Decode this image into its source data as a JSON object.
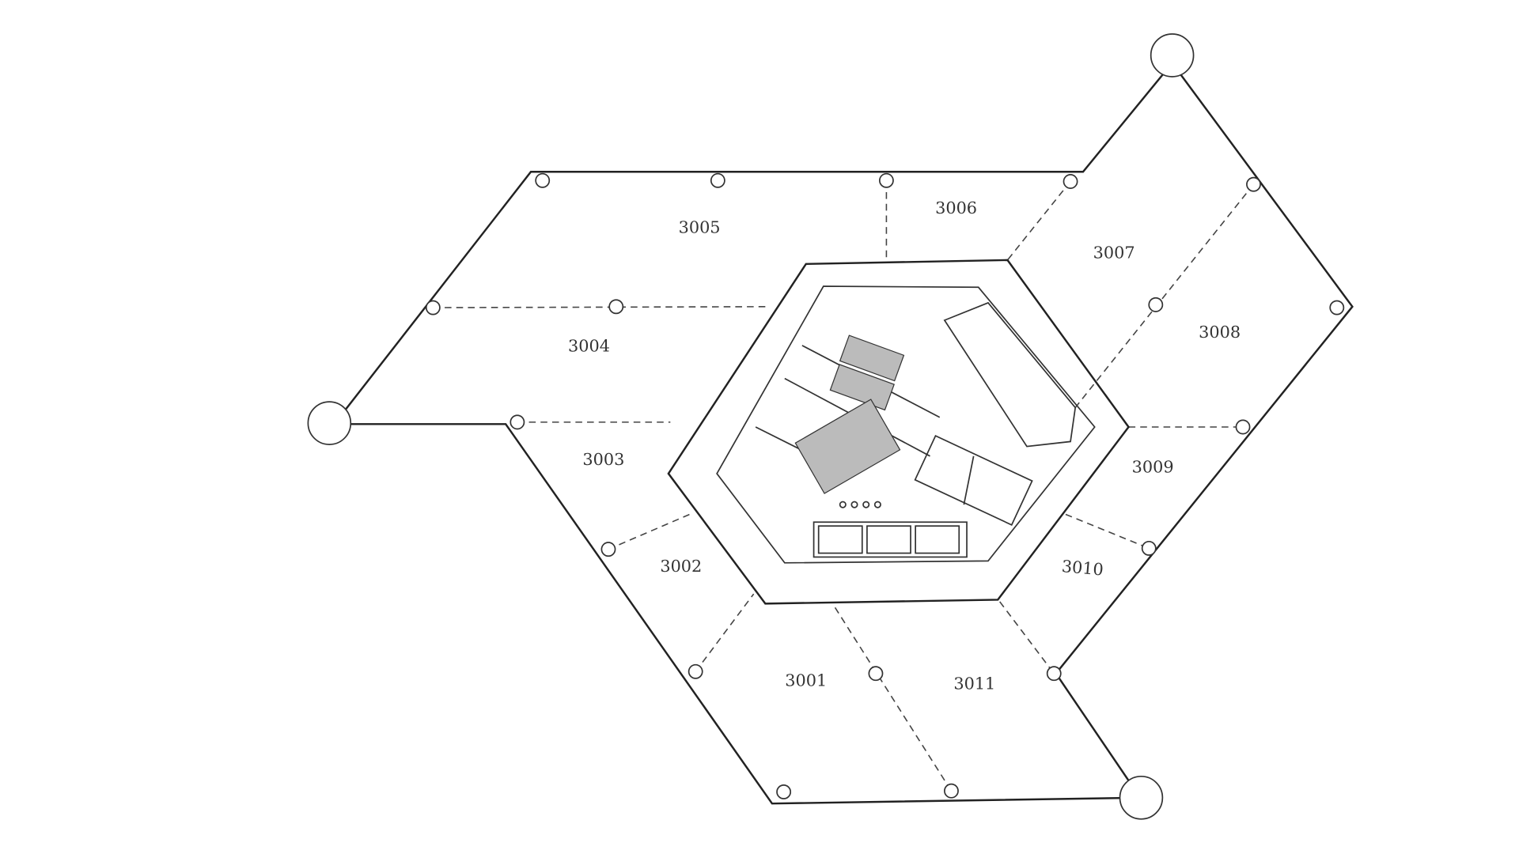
{
  "floor_plan": {
    "units": [
      "3001",
      "3002",
      "3003",
      "3004",
      "3005",
      "3006",
      "3007",
      "3008",
      "3009",
      "3010",
      "3011"
    ]
  }
}
